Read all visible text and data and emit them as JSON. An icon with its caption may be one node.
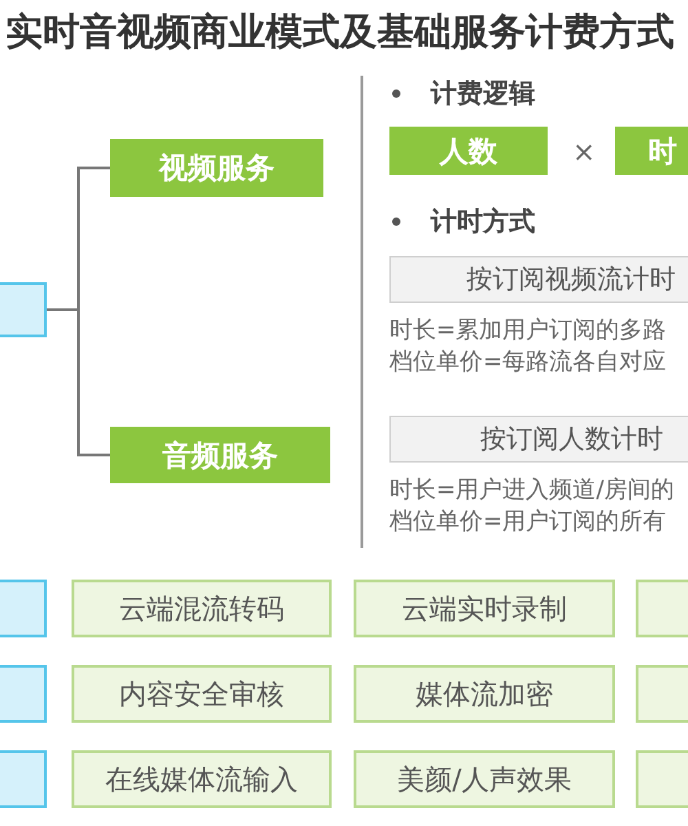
{
  "diagram": {
    "title": "实时音视频商业模式及基础服务计费方式",
    "nodes": [
      {
        "text": [],
        "shape": "box"
      },
      {
        "text": [
          "视频服务"
        ]
      },
      {
        "text": [
          "音频服务"
        ]
      },
      {
        "text": [
          "人数"
        ]
      },
      {
        "text": [
          "时"
        ]
      },
      {
        "text": [
          "按订阅视频流计时"
        ],
        "beside": [
          "时长=累加用户订阅的多路",
          "档位单价=每路流各自对应"
        ]
      },
      {
        "text": [
          "按订阅人数计时"
        ],
        "beside": [
          "时长=用户进入频道/房间的",
          "档位单价=用户订阅的所有"
        ]
      },
      {
        "text": [],
        "shape": "box"
      },
      {
        "text": [
          "云端混流转码"
        ]
      },
      {
        "text": [
          "云端实时录制"
        ]
      },
      {
        "text": [],
        "shape": "box"
      },
      {
        "text": [],
        "shape": "box"
      },
      {
        "text": [
          "内容安全审核"
        ]
      },
      {
        "text": [
          "媒体流加密"
        ]
      },
      {
        "text": [],
        "shape": "box"
      },
      {
        "text": [],
        "shape": "box"
      },
      {
        "text": [
          "在线媒体流输入"
        ]
      },
      {
        "text": [
          "美颜/人声效果"
        ]
      },
      {
        "text": [],
        "shape": "box"
      }
    ],
    "edges": [
      {
        "from": 0,
        "to": 1,
        "arrow": "none"
      },
      {
        "from": 0,
        "to": 2,
        "arrow": "none"
      }
    ],
    "labels": [
      "计费逻辑",
      "×",
      "计时方式"
    ]
  }
}
